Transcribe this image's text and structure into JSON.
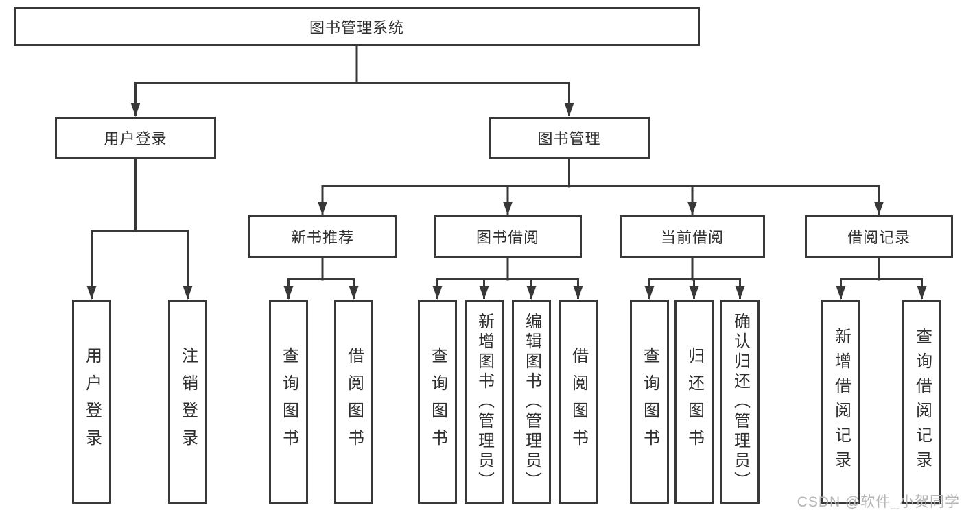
{
  "tree": {
    "root": {
      "label": "图书管理系统",
      "children": [
        {
          "label": "用户登录",
          "children": [
            {
              "label": "用户登录"
            },
            {
              "label": "注销登录"
            }
          ]
        },
        {
          "label": "图书管理",
          "children": [
            {
              "label": "新书推荐",
              "children": [
                {
                  "label": "查询图书"
                },
                {
                  "label": "借阅图书"
                }
              ]
            },
            {
              "label": "图书借阅",
              "children": [
                {
                  "label": "查询图书"
                },
                {
                  "label": "新增图书（管理员）"
                },
                {
                  "label": "编辑图书（管理员）"
                },
                {
                  "label": "借阅图书"
                }
              ]
            },
            {
              "label": "当前借阅",
              "children": [
                {
                  "label": "查询图书"
                },
                {
                  "label": "归还图书"
                },
                {
                  "label": "确认归还（管理员）"
                }
              ]
            },
            {
              "label": "借阅记录",
              "children": [
                {
                  "label": "新增借阅记录"
                },
                {
                  "label": "查询借阅记录"
                }
              ]
            }
          ]
        }
      ]
    }
  },
  "watermark": {
    "text": "CSDN @软件_小贺同学"
  },
  "colors": {
    "line": "#383838",
    "box_border": "#383838",
    "text": "#2f2f2f",
    "background": "#ffffff",
    "watermark": "#b5b5b5"
  }
}
